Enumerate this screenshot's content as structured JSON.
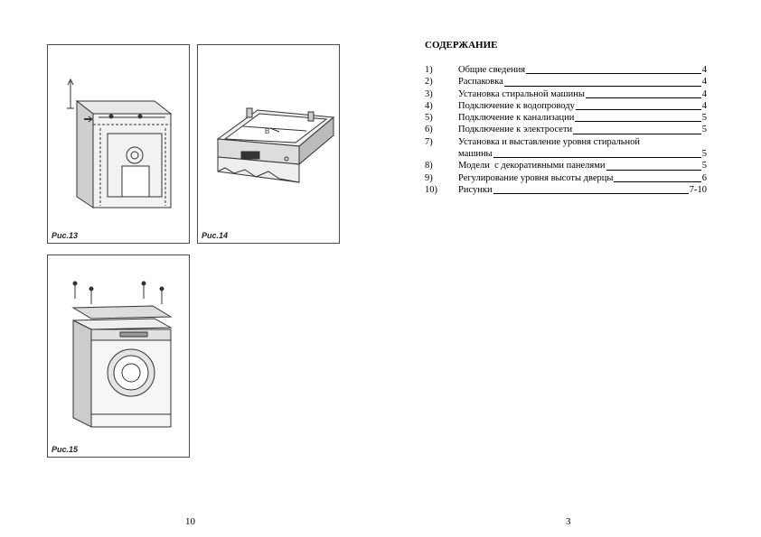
{
  "left_page": {
    "figures": [
      {
        "caption": "Рис.13"
      },
      {
        "caption": "Рис.14"
      },
      {
        "caption": "Рис.15"
      }
    ],
    "fig14_label": "B",
    "page_number": "10"
  },
  "right_page": {
    "title": "СОДЕРЖАНИЕ",
    "toc": [
      {
        "num": "1)",
        "label": "Общие сведения",
        "page": "4"
      },
      {
        "num": "2)",
        "label": "Распаковка",
        "page": "4"
      },
      {
        "num": "3)",
        "label": "Установка стиральной машины",
        "page": "4"
      },
      {
        "num": "4)",
        "label": "Подключение к водопроводу",
        "page": "4"
      },
      {
        "num": "5)",
        "label": "Подключение к канализации",
        "page": "5"
      },
      {
        "num": "6)",
        "label": "Подключение к электросети",
        "page": "5"
      },
      {
        "num": "7)",
        "label": "Установка и выставление уровня стиральной",
        "label2": "машины",
        "page": "5"
      },
      {
        "num": "8)",
        "label": "Модели  с декоративными панелями",
        "page": "5"
      },
      {
        "num": "9)",
        "label": "Регулирование уровня высоты дверцы",
        "page": "6"
      },
      {
        "num": "10)",
        "label": "Рисунки",
        "page": "7-10"
      }
    ],
    "page_number": "3"
  }
}
